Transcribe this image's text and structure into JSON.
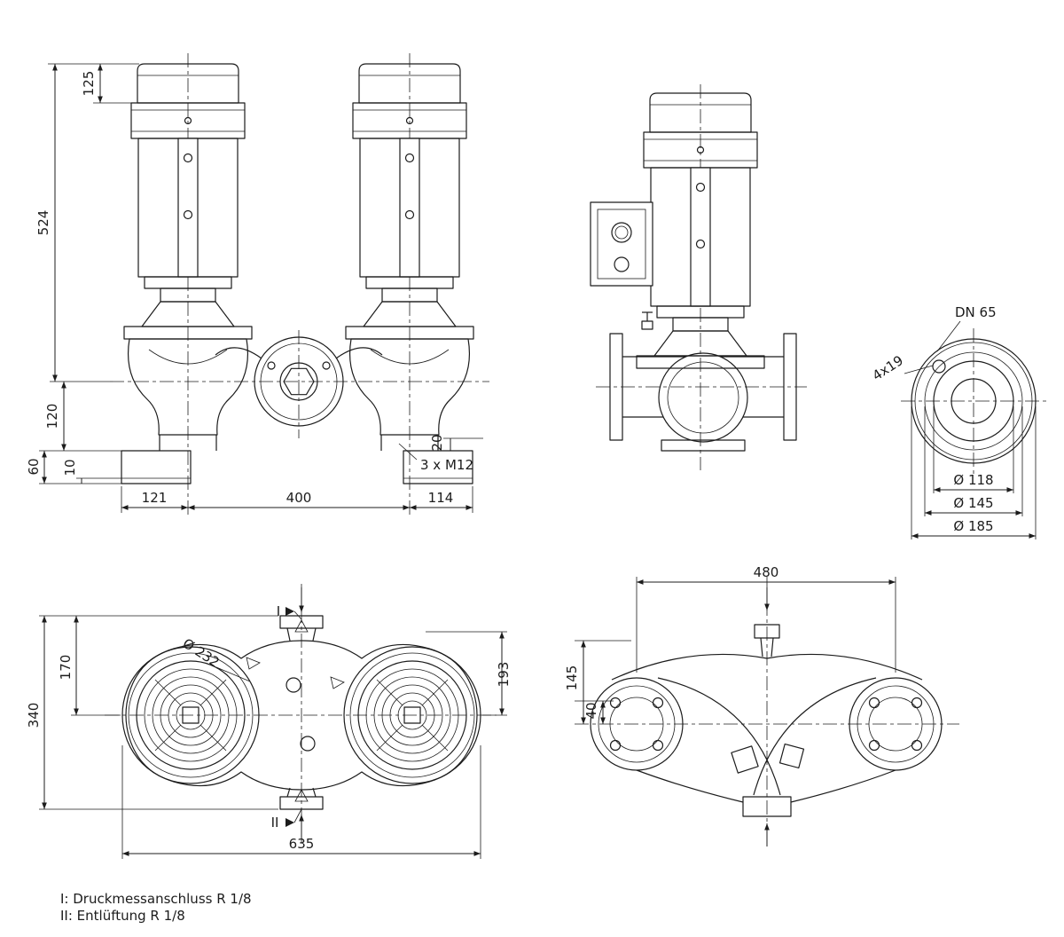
{
  "colors": {
    "line": "#1c1c1c",
    "background": "#ffffff"
  },
  "front_view": {
    "dim_125": "125",
    "dim_524": "524",
    "dim_120": "120",
    "dim_60": "60",
    "dim_10": "10",
    "dim_121": "121",
    "dim_400": "400",
    "dim_114": "114",
    "dim_20": "20",
    "note_bolts": "3 x M12"
  },
  "flange_view": {
    "label_dn": "DN 65",
    "label_holes": "4x19",
    "dia_118": "Ø 118",
    "dia_145": "Ø 145",
    "dia_185": "Ø 185"
  },
  "plan_view": {
    "dia_232": "Ø 232",
    "dim_170": "170",
    "dim_340": "340",
    "dim_193": "193",
    "dim_635": "635",
    "marker_i": "I",
    "marker_ii": "II"
  },
  "bottom_view": {
    "dim_480": "480",
    "dim_145": "145",
    "dim_40": "40"
  },
  "legend": {
    "line1": "I: Druckmessanschluss R 1/8",
    "line2": "II: Entlüftung R 1/8"
  }
}
